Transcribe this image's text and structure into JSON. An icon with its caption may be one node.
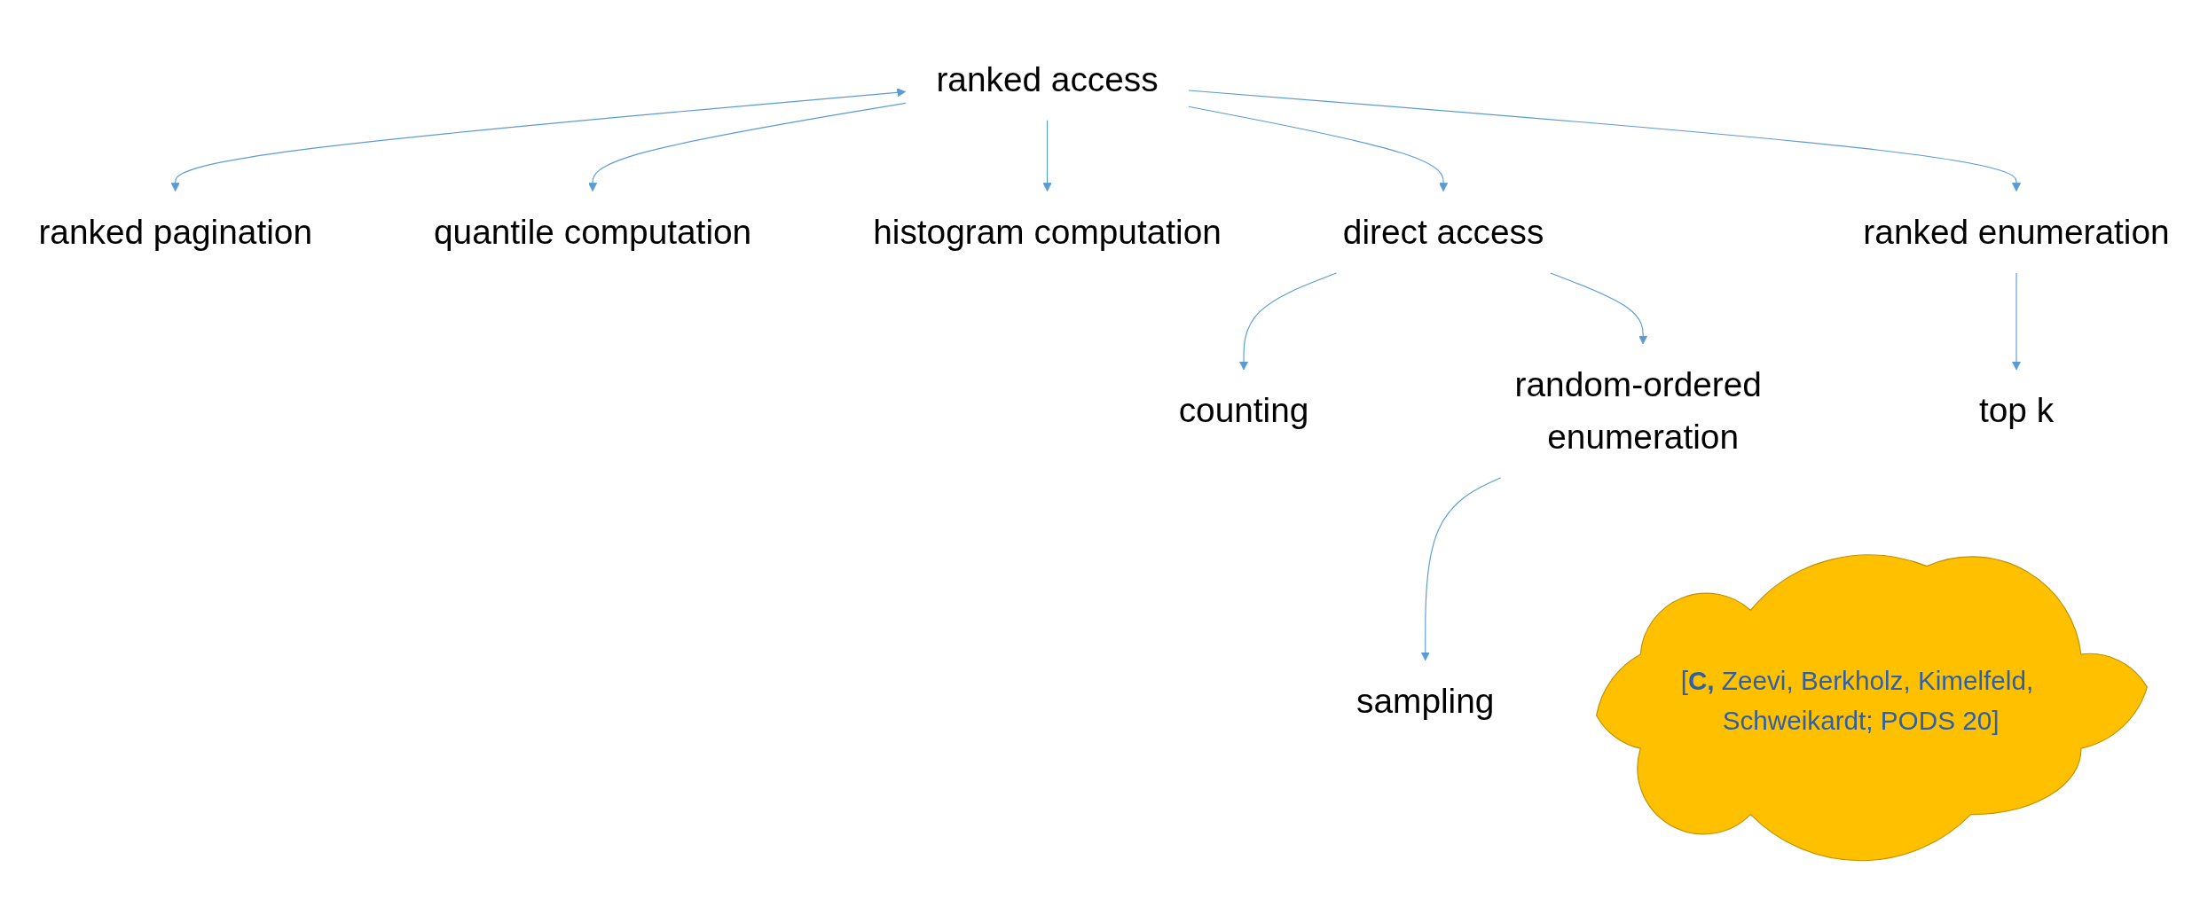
{
  "diagram": {
    "nodes": [
      {
        "text": [
          "ranked access"
        ]
      },
      {
        "text": [
          "ranked pagination"
        ]
      },
      {
        "text": [
          "quantile computation"
        ]
      },
      {
        "text": [
          "direct access"
        ]
      },
      {
        "text": [
          "ranked enumeration"
        ]
      },
      {
        "text": [
          "histogram computation"
        ]
      },
      {
        "text": [
          "random-ordered enumeration"
        ]
      },
      {
        "text": [
          "top k"
        ]
      },
      {
        "text": [
          "counting"
        ]
      },
      {
        "text": [
          "sampling"
        ]
      },
      {
        "text": [
          "[**C,** Zeevi, Berkholz, Kimelfeld, Schweikardt; PODS 20]"
        ]
      }
    ],
    "edges": [
      {
        "from": 0,
        "to": 1,
        "arrow": "both"
      },
      {
        "from": 0,
        "to": 2,
        "arrow": "to"
      },
      {
        "from": 0,
        "to": 5,
        "arrow": "to"
      },
      {
        "from": 0,
        "to": 3,
        "arrow": "to"
      },
      {
        "from": 0,
        "to": 4,
        "arrow": "to"
      },
      {
        "from": 3,
        "to": 8,
        "arrow": "to"
      },
      {
        "from": 3,
        "to": 6,
        "arrow": "to"
      },
      {
        "from": 4,
        "to": 7,
        "arrow": "to"
      },
      {
        "from": 6,
        "to": 9,
        "arrow": "to"
      }
    ]
  }
}
